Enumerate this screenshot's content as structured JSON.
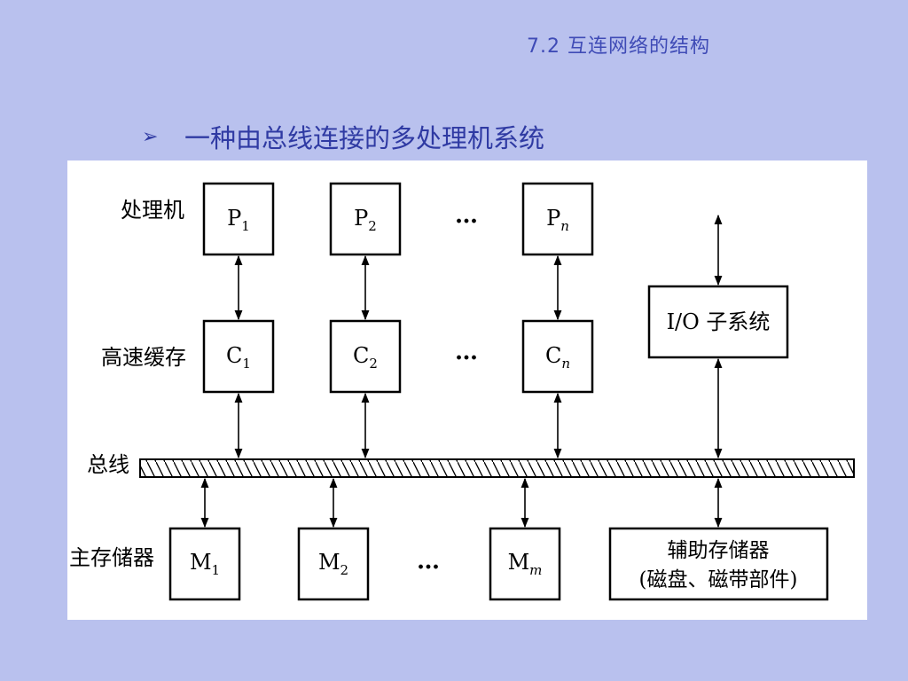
{
  "header": {
    "title": "7.2 互连网络的结构"
  },
  "bullet": {
    "icon": "arrow-bullet-icon",
    "text": "一种由总线连接的多处理机系统"
  },
  "diagram": {
    "row_labels": {
      "processor": "处理机",
      "cache": "高速缓存",
      "bus": "总线",
      "memory": "主存储器"
    },
    "processors": [
      {
        "base": "P",
        "sub": "1"
      },
      {
        "base": "P",
        "sub": "2"
      },
      {
        "base": "P",
        "sub": "n",
        "italic": true
      }
    ],
    "caches": [
      {
        "base": "C",
        "sub": "1"
      },
      {
        "base": "C",
        "sub": "2"
      },
      {
        "base": "C",
        "sub": "n",
        "italic": true
      }
    ],
    "memories": [
      {
        "base": "M",
        "sub": "1"
      },
      {
        "base": "M",
        "sub": "2"
      },
      {
        "base": "M",
        "sub": "m",
        "italic": true
      }
    ],
    "ellipsis": "…",
    "io": {
      "label": "I/O 子系统"
    },
    "aux_storage": {
      "line1": "辅助存储器",
      "line2": "(磁盘、磁带部件)"
    }
  },
  "colors": {
    "background": "#b9c1ee",
    "accent": "#3f4bb6"
  }
}
